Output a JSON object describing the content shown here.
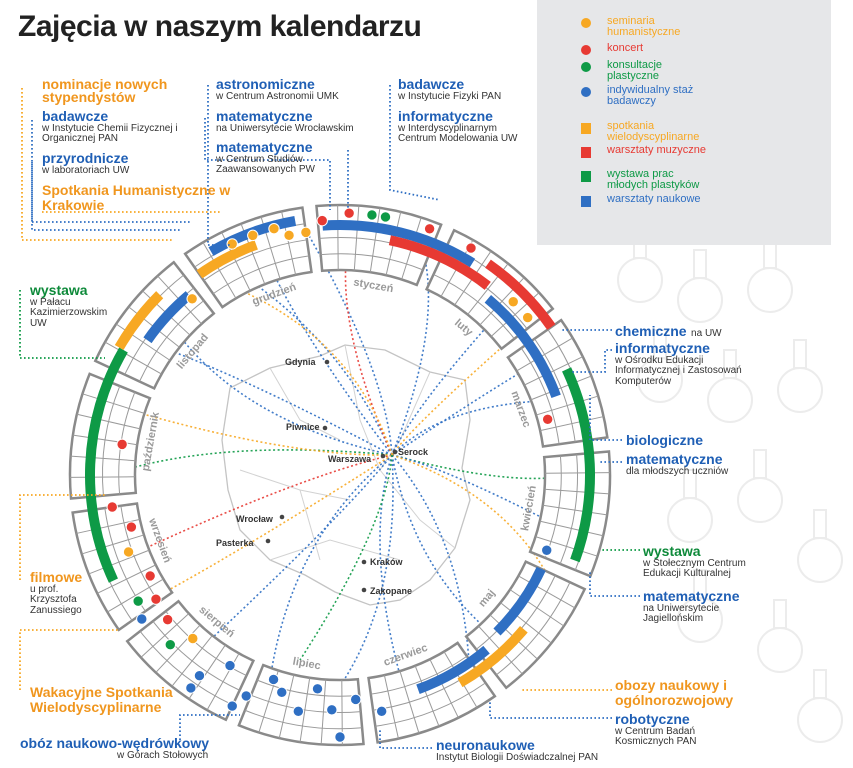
{
  "title": "Zajęcia w naszym kalendarzu",
  "colors": {
    "orange": "#f7a823",
    "red": "#e73a33",
    "green": "#0e9a46",
    "blue": "#2f6fc3",
    "grey": "#8a8a8a"
  },
  "legend": [
    {
      "shape": "dot",
      "color": "#f7a823",
      "text": "seminaria humanistyczne"
    },
    {
      "shape": "dot",
      "color": "#e73a33",
      "text": "koncert"
    },
    {
      "shape": "dot",
      "color": "#0e9a46",
      "text": "konsultacje plastyczne"
    },
    {
      "shape": "dot",
      "color": "#2f6fc3",
      "text": "indywidualny staż badawczy"
    },
    {
      "shape": "square",
      "color": "#f7a823",
      "text": "spotkania wielodyscyplinarne"
    },
    {
      "shape": "square",
      "color": "#e73a33",
      "text": "warsztaty muzyczne"
    },
    {
      "shape": "square",
      "color": "#0e9a46",
      "text": "wystawa prac młodych plastyków"
    },
    {
      "shape": "square",
      "color": "#2f6fc3",
      "text": "warsztaty naukowe"
    }
  ],
  "months": [
    "styczeń",
    "luty",
    "marzec",
    "kwiecień",
    "maj",
    "czerwiec",
    "lipiec",
    "sierpień",
    "wrzesień",
    "październik",
    "listopad",
    "grudzień"
  ],
  "cities": [
    "Gdynia",
    "Piwnice",
    "Warszawa",
    "Serock",
    "Wrocław",
    "Pasterka",
    "Kraków",
    "Zakopane"
  ],
  "labels": {
    "nominacje": {
      "title": "nominacje nowych stypendystów"
    },
    "badawcze_ichf": {
      "title": "badawcze",
      "sub": "w Instytucie Chemii Fizycznej i Organicznej PAN"
    },
    "przyrodnicze": {
      "title": "przyrodnicze",
      "sub": "w laboratoriach UW"
    },
    "spotkania_hum": {
      "title": "Spotkania Humanistyczne w Krakowie"
    },
    "wystawa_palac": {
      "title": "wystawa",
      "sub": "w Pałacu Kazimierzowskim UW"
    },
    "filmowe": {
      "title": "filmowe",
      "sub": "u prof. Krzysztofa Zanussiego"
    },
    "wakacyjne": {
      "title": "Wakacyjne Spotkania Wielodyscyplinarne"
    },
    "oboz_wedrowkowy": {
      "title": "obóz naukowo-wędrówkowy",
      "sub": "w Górach Stołowych"
    },
    "astronomiczne": {
      "title": "astronomiczne",
      "sub": "w Centrum Astronomii UMK"
    },
    "mat_wroclaw": {
      "title": "matematyczne",
      "sub": "na Uniwersytecie Wrocławskim"
    },
    "mat_pw": {
      "title": "matematyczne",
      "sub": "w Centrum Studiów Zaawansowanych PW"
    },
    "badawcze_ifpan": {
      "title": "badawcze",
      "sub": "w Instytucie Fizyki PAN"
    },
    "informatyczne_icm": {
      "title": "informatyczne",
      "sub": "w Interdyscyplinarnym Centrum Modelowania UW"
    },
    "chemiczne": {
      "title": "chemiczne",
      "sub": "na UW"
    },
    "informatyczne_oeiizk": {
      "title": "informatyczne",
      "sub": "w Ośrodku Edukacji Informatycznej i Zastosowań Komputerów"
    },
    "biologiczne": {
      "title": "biologiczne"
    },
    "mat_mlodsi": {
      "title": "matematyczne",
      "sub": "dla młodszych uczniów"
    },
    "wystawa_scek": {
      "title": "wystawa",
      "sub": "w Stołecznym Centrum Edukacji Kulturalnej"
    },
    "mat_uj": {
      "title": "matematyczne",
      "sub": "na Uniwersytecie Jagiellońskim"
    },
    "obozy": {
      "title": "obozy naukowy i ogólnorozwojowy"
    },
    "robotyczne": {
      "title": "robotyczne",
      "sub": "w Centrum Badań Kosmicznych PAN"
    },
    "neuronaukowe": {
      "title": "neuronaukowe",
      "sub": "Instytut Biologii Doświadczalnej PAN"
    }
  }
}
